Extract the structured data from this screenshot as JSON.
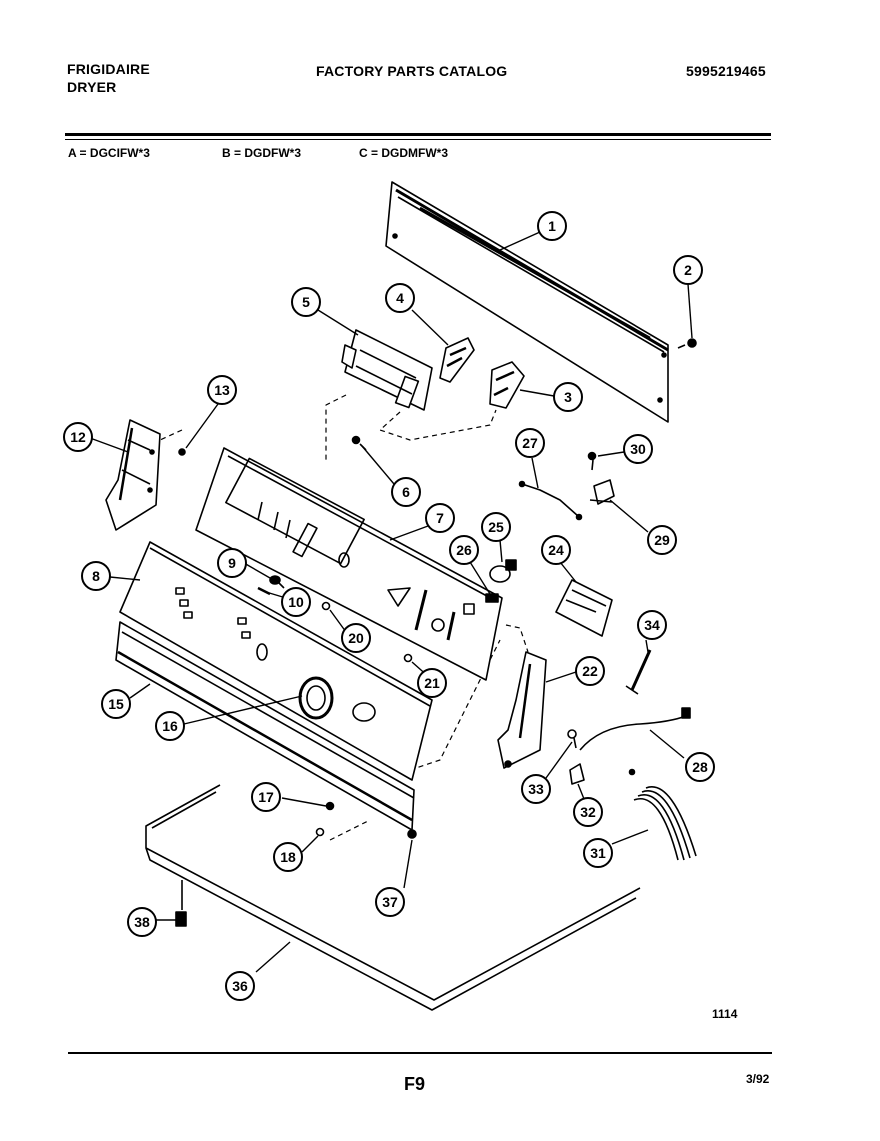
{
  "header": {
    "brand": "FRIGIDAIRE",
    "product": "DRYER",
    "title": "FACTORY PARTS CATALOG",
    "catalog_number": "5995219465"
  },
  "models": [
    {
      "label": "A = DGCIFW*3"
    },
    {
      "label": "B = DGDFW*3"
    },
    {
      "label": "C = DGDMFW*3"
    }
  ],
  "callouts": [
    "1",
    "2",
    "3",
    "4",
    "5",
    "6",
    "7",
    "8",
    "9",
    "10",
    "12",
    "13",
    "15",
    "16",
    "17",
    "18",
    "20",
    "21",
    "22",
    "24",
    "25",
    "26",
    "27",
    "28",
    "29",
    "30",
    "31",
    "32",
    "33",
    "34",
    "36",
    "37",
    "38"
  ],
  "footer": {
    "drawing_number": "1114",
    "page": "F9",
    "date": "3/92"
  }
}
